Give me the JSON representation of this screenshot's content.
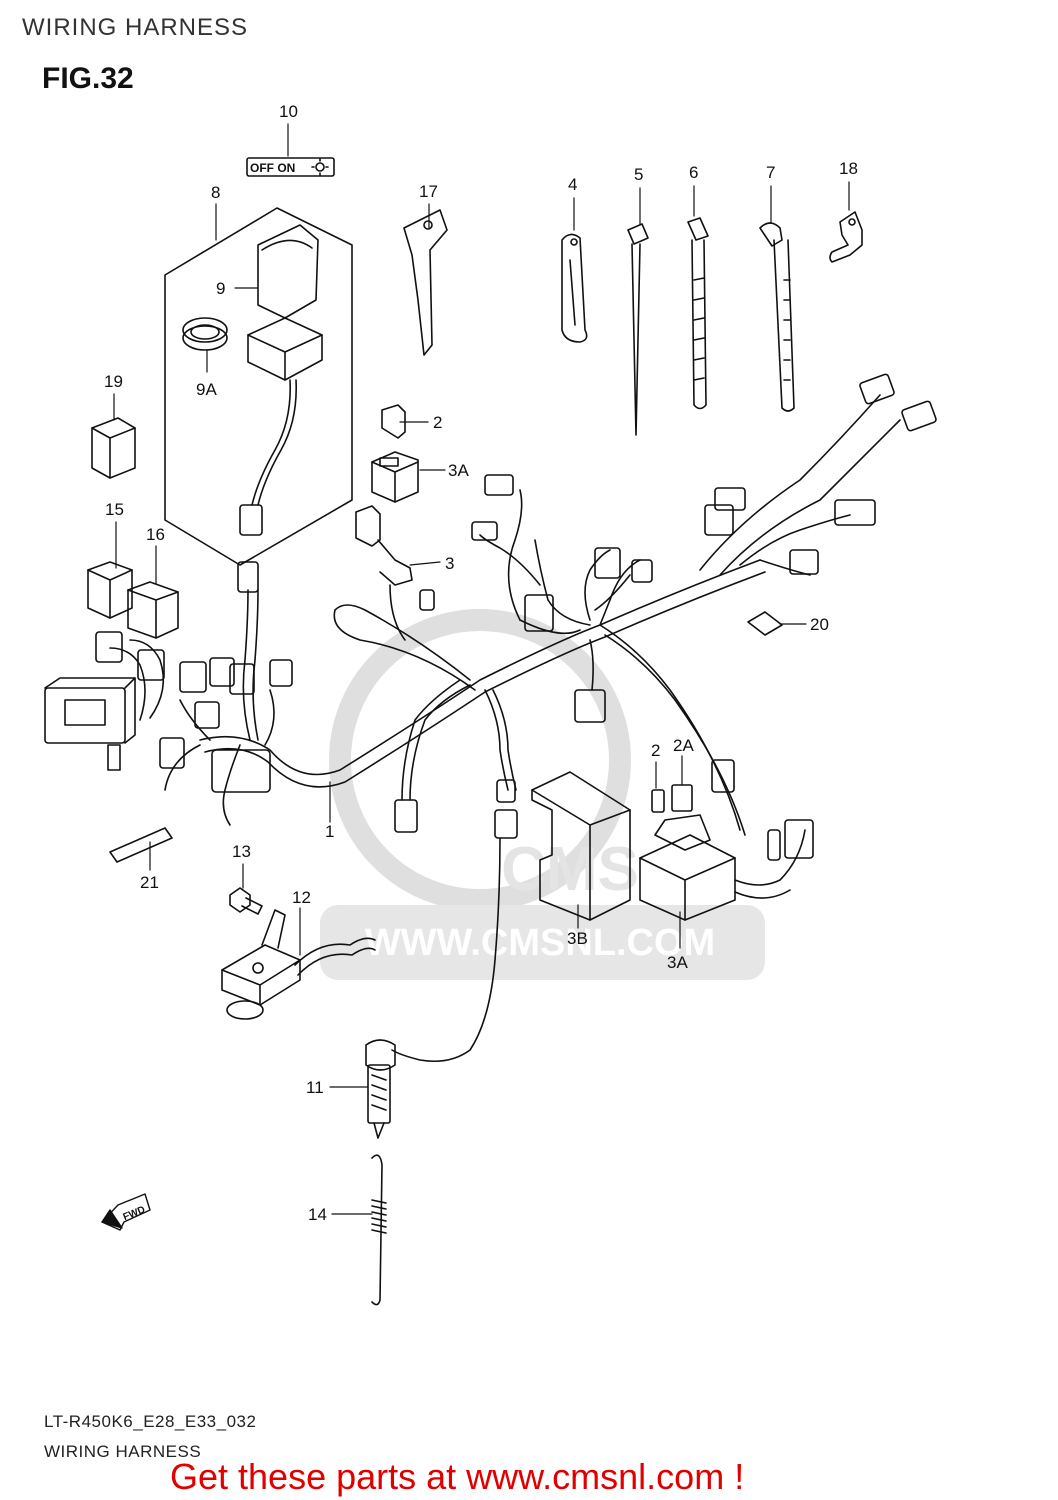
{
  "header": {
    "title": "WIRING HARNESS",
    "figure": "FIG.32"
  },
  "switch_panel": {
    "text": "OFF ON"
  },
  "watermark": {
    "text": "WWW.CMSNL.COM",
    "logo_text": "CMS"
  },
  "parts": {
    "p1": "1",
    "p2": "2",
    "p2b": "2",
    "p2A": "2A",
    "p3": "3",
    "p3A": "3A",
    "p3Ab": "3A",
    "p3B": "3B",
    "p4": "4",
    "p5": "5",
    "p6": "6",
    "p7": "7",
    "p8": "8",
    "p9": "9",
    "p9A": "9A",
    "p10": "10",
    "p11": "11",
    "p12": "12",
    "p13": "13",
    "p14": "14",
    "p15": "15",
    "p16": "16",
    "p17": "17",
    "p18": "18",
    "p19": "19",
    "p20": "20",
    "p21": "21"
  },
  "direction_label": "FWD",
  "footer": {
    "code": "LT-R450K6_E28_E33_032",
    "title": "WIRING HARNESS",
    "promo": "Get these parts at www.cmsnl.com !"
  },
  "colors": {
    "promo": "#e00000",
    "line": "#111111",
    "watermark": "#d9d9d9"
  }
}
